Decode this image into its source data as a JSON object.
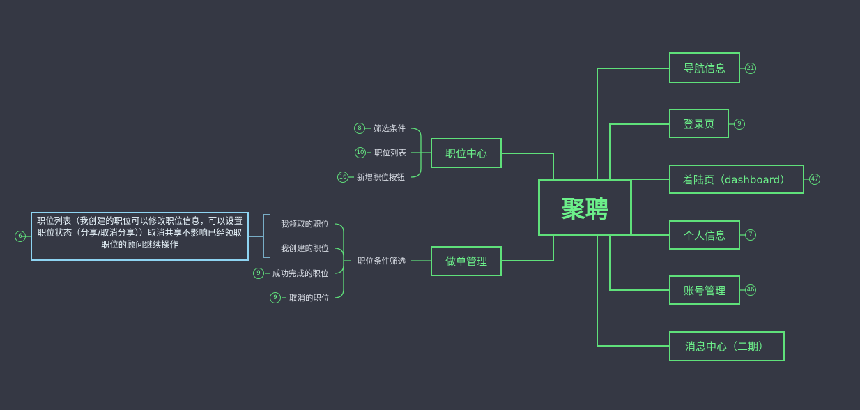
{
  "root": {
    "label": "聚聘"
  },
  "right_topics": [
    {
      "label": "导航信息",
      "badge": "21"
    },
    {
      "label": "登录页",
      "badge": "9"
    },
    {
      "label": "着陆页（dashboard）",
      "badge": "47"
    },
    {
      "label": "个人信息",
      "badge": "7"
    },
    {
      "label": "账号管理",
      "badge": "46"
    },
    {
      "label": "消息中心（二期）"
    }
  ],
  "left_topics": [
    {
      "label": "职位中心",
      "children": [
        {
          "label": "筛选条件",
          "badge": "8"
        },
        {
          "label": "职位列表",
          "badge": "10"
        },
        {
          "label": "新增职位按钮",
          "badge": "16"
        }
      ]
    },
    {
      "label": "做单管理",
      "child": {
        "label": "职位条件筛选"
      },
      "grandchildren": [
        {
          "label": "我领取的职位"
        },
        {
          "label": "我创建的职位"
        },
        {
          "label": "成功完成的职位",
          "badge": "9"
        },
        {
          "label": "取消的职位",
          "badge": "9"
        }
      ]
    }
  ],
  "note": {
    "text": "职位列表（我创建的职位可以修改职位信息，可以设置职位状态（分享/取消分享））取消共享不影响已经领取职位的顾问继续操作",
    "badge": "6"
  },
  "colors": {
    "background": "#353844",
    "line": "#5fe07a",
    "text": "#6cf08a",
    "note_border": "#8ed4f2"
  }
}
